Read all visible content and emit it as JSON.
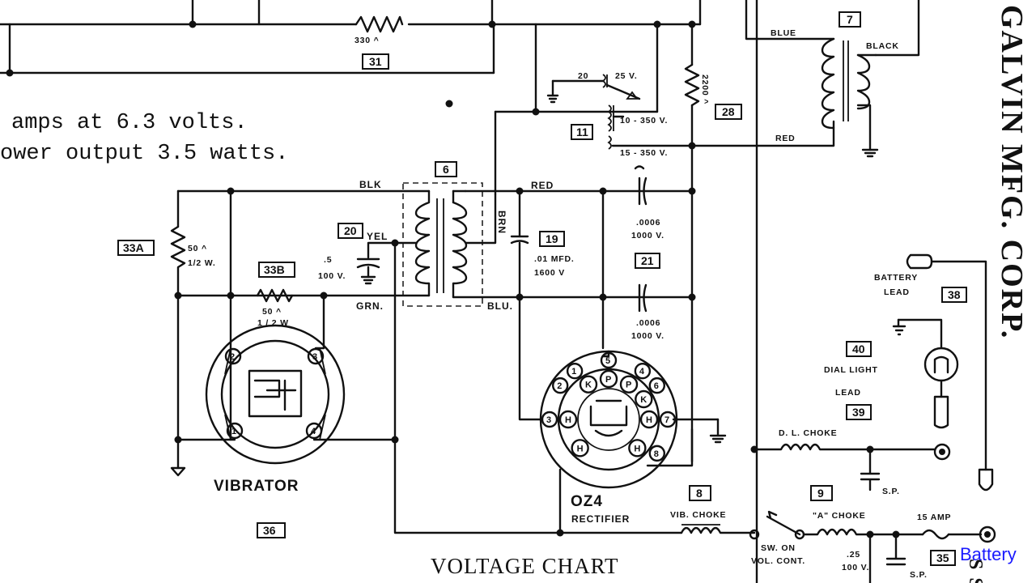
{
  "notes": {
    "line1": "amps at 6.3 volts.",
    "line2": "ower output 3.5 watts.",
    "voltage_chart": "VOLTAGE CHART"
  },
  "manufacturer": "GALVIN MFG. CORP.",
  "corner_fragment": "S S",
  "overlay_link": "Battery",
  "wire_labels": {
    "blk": "BLK",
    "red": "RED",
    "yel": "YEL",
    "grn": "GRN.",
    "blu": "BLU.",
    "brn": "BRN",
    "blue": "BLUE",
    "black": "BLACK",
    "red_top": "RED"
  },
  "component_labels": {
    "r31": "330 ^",
    "r28": "2200 ^",
    "tap20": "20",
    "v25": "25 V.",
    "v10_350": "10 - 350 V.",
    "v15_350": "15 - 350 V.",
    "r33a_val": "50 ^",
    "r33a_w": "1/2 W.",
    "r33b_val": "50 ^",
    "r33b_w": "1 / 2 W",
    "c20_val": ".5",
    "c20_v": "100 V.",
    "c19_val": ".01  MFD.",
    "c19_v": "1600 V",
    "c21a_val": ".0006",
    "c21a_v": "1000 V.",
    "c21b_val": ".0006",
    "c21b_v": "1000 V.",
    "vibrator": "VIBRATOR",
    "tube": "OZ4",
    "rectifier": "RECTIFIER",
    "vib_choke": "VIB. CHOKE",
    "dl_choke": "D. L. CHOKE",
    "a_choke": "\"A\" CHOKE",
    "fuse": "15 AMP",
    "battery_lead": "BATTERY",
    "battery_lead2": "LEAD",
    "dial_light": "DIAL LIGHT",
    "dial_lead": "LEAD",
    "sw_on": "SW. ON",
    "vol_cont": "VOL. CONT.",
    "c_a_val": ".25",
    "c_a_v": "100 V.",
    "sp1": "S.P.",
    "sp2": "S.P."
  },
  "part_numbers": {
    "p31": "31",
    "p28": "28",
    "p11": "11",
    "p7": "7",
    "p6": "6",
    "p20": "20",
    "p19": "19",
    "p21": "21",
    "p33a": "33A",
    "p33b": "33B",
    "p36": "36",
    "p8": "8",
    "p9": "9",
    "p35": "35",
    "p38": "38",
    "p40": "40",
    "p39": "39"
  },
  "tube_pins": [
    "1",
    "2",
    "3",
    "4",
    "5",
    "6",
    "7",
    "8"
  ],
  "tube_pin_letters": [
    "K",
    "P",
    "H",
    "P",
    "H",
    "K",
    "H",
    "H"
  ]
}
